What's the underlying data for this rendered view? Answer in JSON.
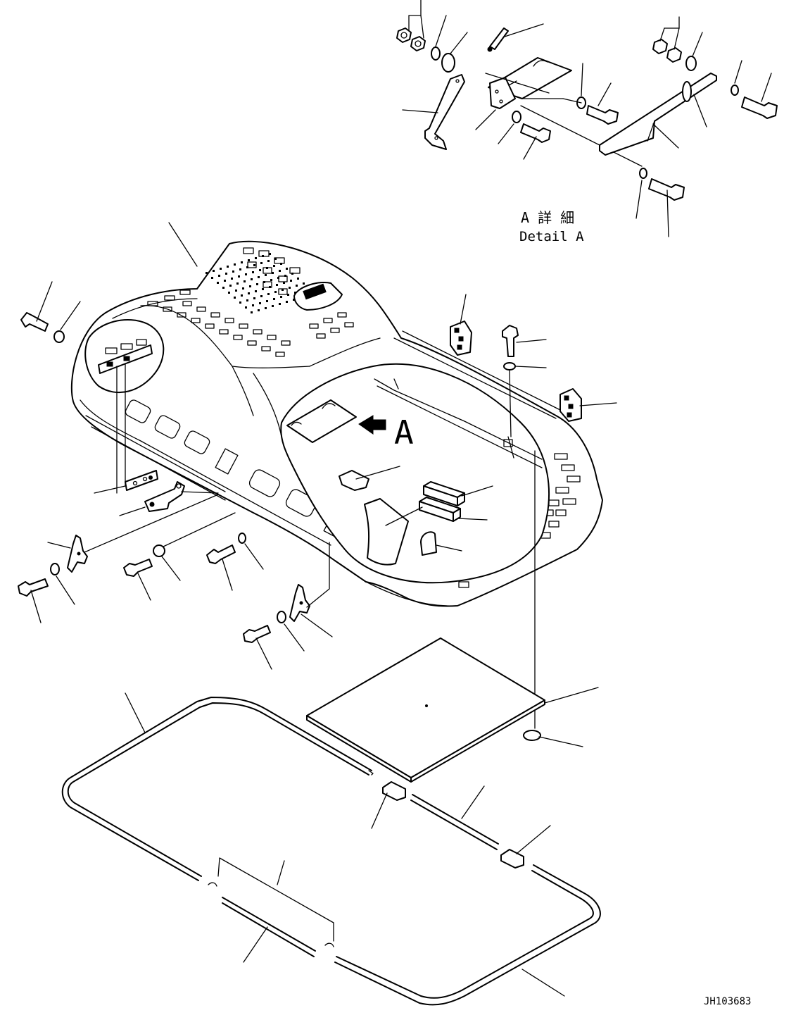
{
  "detail": {
    "title_jp": "A 詳 細",
    "title_en": "Detail A"
  },
  "view_marker": "A",
  "drawing_number": "JH103683"
}
